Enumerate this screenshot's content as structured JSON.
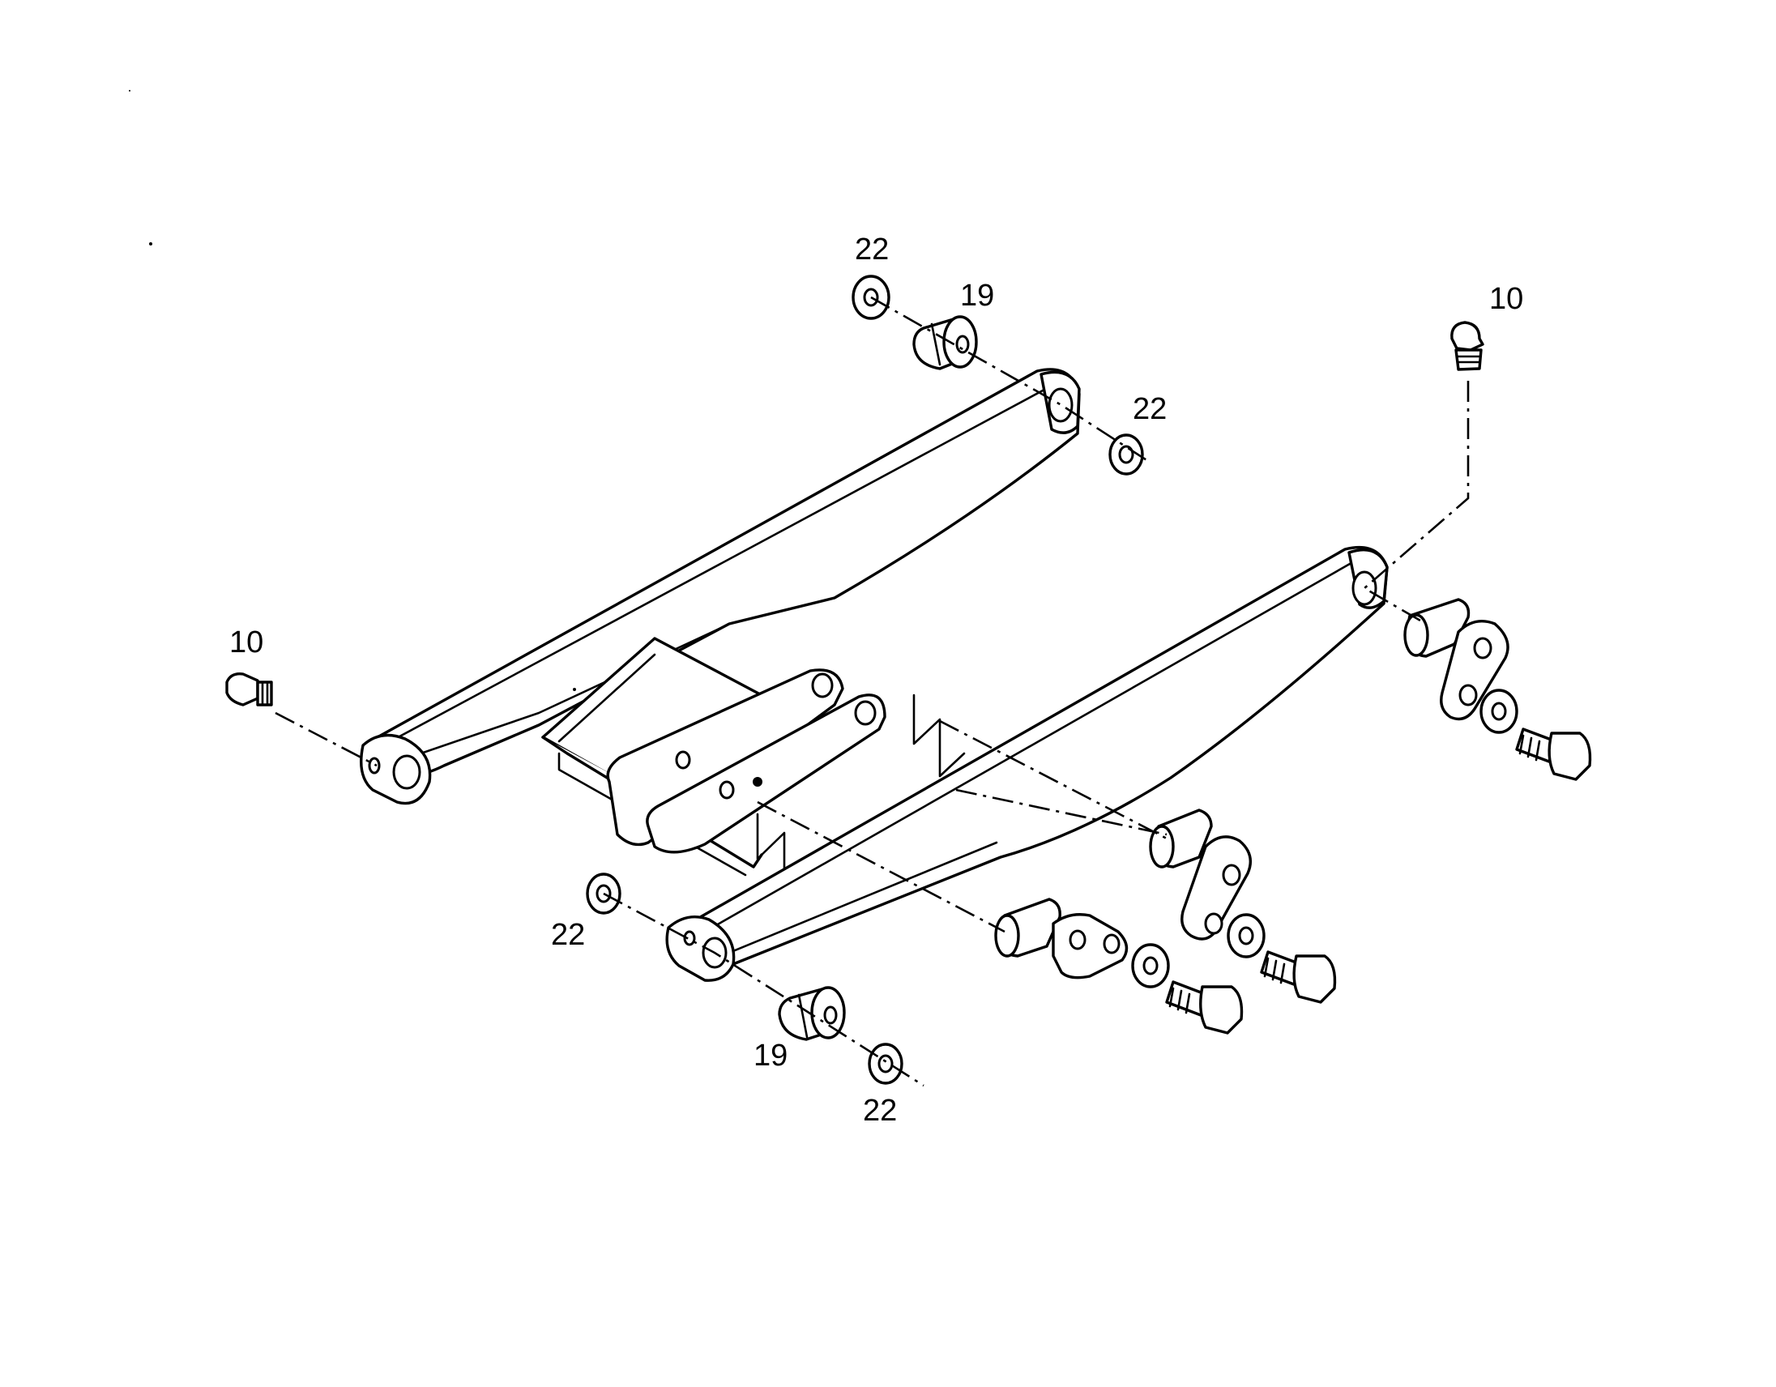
{
  "callouts": {
    "c10_top": "10",
    "c10_left": "10",
    "c22_top": "22",
    "c19_top": "19",
    "c22_upper_right": "22",
    "c22_lower_left": "22",
    "c19_bottom": "19",
    "c22_bottom": "22"
  }
}
